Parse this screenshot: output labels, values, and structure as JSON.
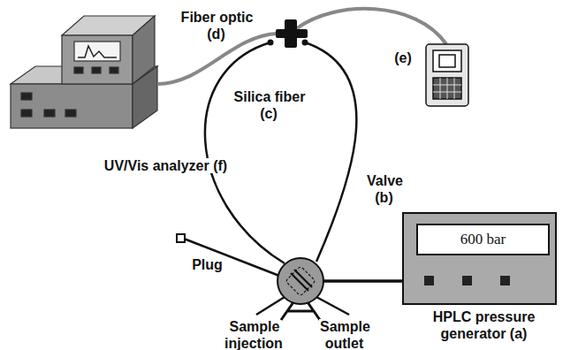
{
  "diagram": {
    "nodes": [
      {
        "text": [
          "HPLC pressure generator (a)"
        ]
      },
      {
        "text": [
          "600 bar"
        ],
        "in": 0
      }
    ],
    "labels": [
      "Fiber optic (d)",
      "(e)",
      "UV/Vis analyzer (f)",
      "Silica fiber (c)",
      "Valve (b)",
      "Plug",
      "Sample injection",
      "Sample outlet"
    ]
  }
}
